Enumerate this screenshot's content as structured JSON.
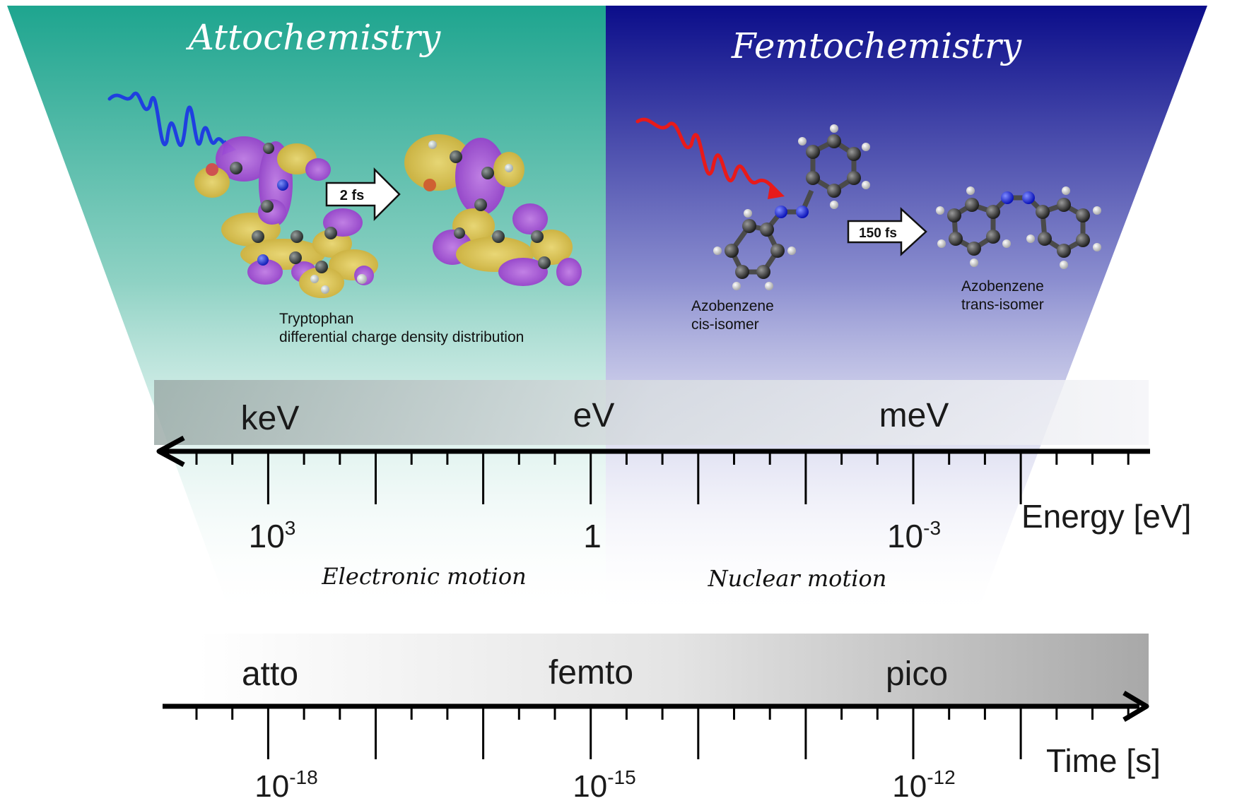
{
  "panels": {
    "left_title": "Attochemistry",
    "right_title": "Femtochemistry"
  },
  "left_panel": {
    "arrow_label": "2 fs",
    "caption_line1": "Tryptophan",
    "caption_line2": "differential charge density distribution"
  },
  "right_panel": {
    "arrow_label": "150 fs",
    "cis_line1": "Azobenzene",
    "cis_line2": "cis-isomer",
    "trans_line1": "Azobenzene",
    "trans_line2": "trans-isomer"
  },
  "energy_axis": {
    "band_labels": [
      "keV",
      "eV",
      "meV"
    ],
    "axis_label": "Energy [eV]",
    "ticks": [
      {
        "base": "10",
        "exp": "3"
      },
      {
        "base": "1",
        "exp": ""
      },
      {
        "base": "10",
        "exp": "-3"
      }
    ]
  },
  "motion_labels": {
    "electronic": "Electronic motion",
    "nuclear": "Nuclear motion"
  },
  "time_axis": {
    "band_labels": [
      "atto",
      "femto",
      "pico"
    ],
    "axis_label": "Time [s]",
    "ticks": [
      {
        "base": "10",
        "exp": "-18"
      },
      {
        "base": "10",
        "exp": "-15"
      },
      {
        "base": "10",
        "exp": "-12"
      }
    ]
  },
  "colors": {
    "atto_teal": "#1ea58f",
    "femto_navy": "#0b0d8a",
    "pulse_blue": "#1f3fe0",
    "pulse_red": "#e81a1a",
    "density_purple": "#b55ee0",
    "density_yellow": "#e8c84a"
  },
  "icons": [
    "blue-laser-pulse-icon",
    "red-laser-pulse-icon",
    "tryptophan-molecule-icon",
    "azobenzene-molecule-icon"
  ]
}
